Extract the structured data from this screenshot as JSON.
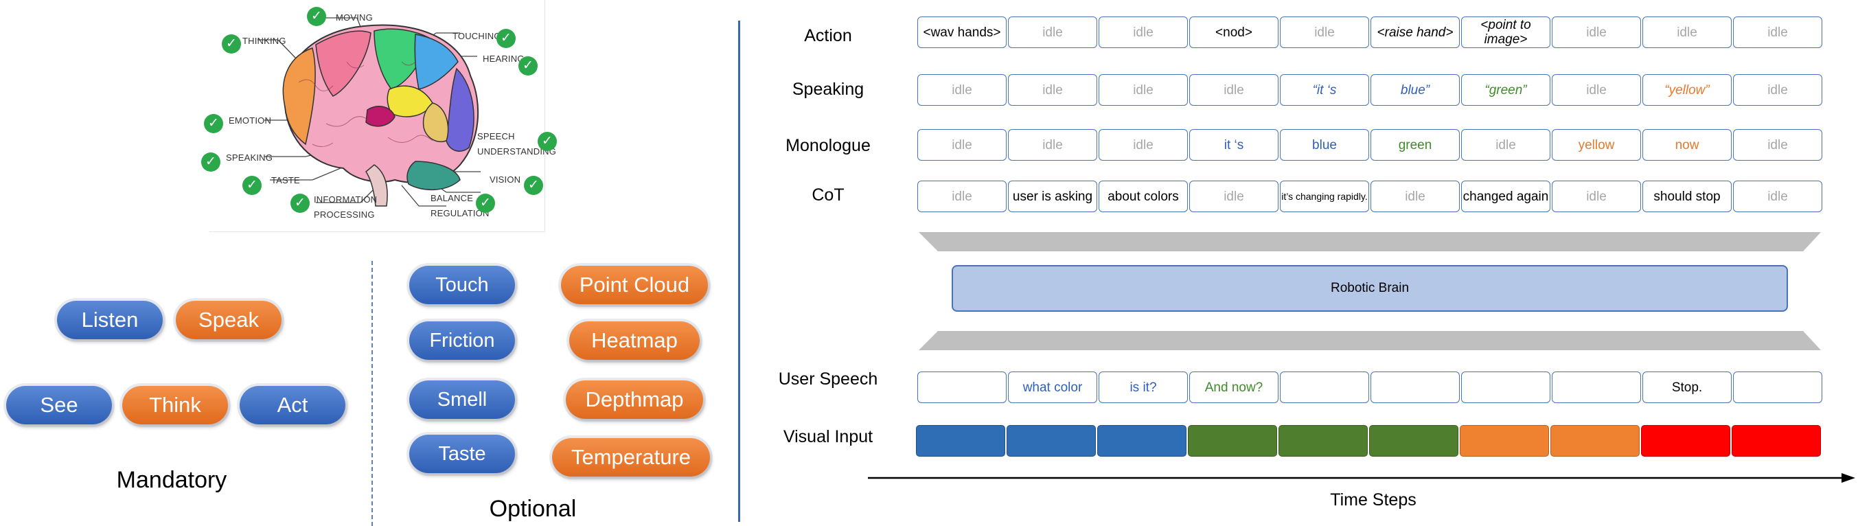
{
  "brain_labels": {
    "moving": "MOVING",
    "thinking": "THINKING",
    "touching": "TOUCHING",
    "hearing": "HEARING",
    "emotion": "EMOTION",
    "speaking": "SPEAKING",
    "speech_understanding": "SPEECH\nUNDERSTANDING",
    "taste": "TASTE",
    "information_processing": "INFORMATION\nPROCESSING",
    "vision": "VISION",
    "balance_regulation": "BALANCE\nREGULATION"
  },
  "mandatory": {
    "title": "Mandatory",
    "items": [
      "Listen",
      "Speak",
      "See",
      "Think",
      "Act"
    ]
  },
  "optional": {
    "title": "Optional",
    "items": [
      "Touch",
      "Point Cloud",
      "Friction",
      "Heatmap",
      "Smell",
      "Depthmap",
      "Taste",
      "Temperature"
    ]
  },
  "colors": {
    "idle": "#a6a6a6",
    "black": "#000000",
    "blue": "#2e5fb8",
    "green": "#3f8a2a",
    "orange": "#e8782a",
    "visual_blue": "#2f6db5",
    "visual_green": "#4f7f2e",
    "visual_orange": "#ee8230",
    "visual_red": "#ff0000"
  },
  "rows": [
    {
      "label": "Action",
      "cells": [
        {
          "text": "<wav hands>",
          "color": "black",
          "style": "normal"
        },
        {
          "text": "idle",
          "color": "idle",
          "style": "normal"
        },
        {
          "text": "idle",
          "color": "idle",
          "style": "normal"
        },
        {
          "text": "<nod>",
          "color": "black",
          "style": "normal"
        },
        {
          "text": "idle",
          "color": "idle",
          "style": "normal"
        },
        {
          "text": "<raise hand>",
          "color": "black",
          "style": "italic"
        },
        {
          "text": "<point to image>",
          "color": "black",
          "style": "italic"
        },
        {
          "text": "idle",
          "color": "idle",
          "style": "normal"
        },
        {
          "text": "idle",
          "color": "idle",
          "style": "normal"
        },
        {
          "text": "idle",
          "color": "idle",
          "style": "normal"
        }
      ]
    },
    {
      "label": "Speaking",
      "cells": [
        {
          "text": "idle",
          "color": "idle",
          "style": "normal"
        },
        {
          "text": "idle",
          "color": "idle",
          "style": "normal"
        },
        {
          "text": "idle",
          "color": "idle",
          "style": "normal"
        },
        {
          "text": "idle",
          "color": "idle",
          "style": "normal"
        },
        {
          "text": "“it ‘s",
          "color": "blue",
          "style": "italic"
        },
        {
          "text": "blue”",
          "color": "blue",
          "style": "italic"
        },
        {
          "text": "“green”",
          "color": "green",
          "style": "italic"
        },
        {
          "text": "idle",
          "color": "idle",
          "style": "normal"
        },
        {
          "text": "“yellow”",
          "color": "orange",
          "style": "italic"
        },
        {
          "text": "idle",
          "color": "idle",
          "style": "normal"
        }
      ]
    },
    {
      "label": "Monologue",
      "cells": [
        {
          "text": "idle",
          "color": "idle",
          "style": "normal"
        },
        {
          "text": "idle",
          "color": "idle",
          "style": "normal"
        },
        {
          "text": "idle",
          "color": "idle",
          "style": "normal"
        },
        {
          "text": "it ‘s",
          "color": "blue",
          "style": "normal"
        },
        {
          "text": "blue",
          "color": "blue",
          "style": "normal"
        },
        {
          "text": "green",
          "color": "green",
          "style": "normal"
        },
        {
          "text": "idle",
          "color": "idle",
          "style": "normal"
        },
        {
          "text": "yellow",
          "color": "orange",
          "style": "normal"
        },
        {
          "text": "now",
          "color": "orange",
          "style": "normal"
        },
        {
          "text": "idle",
          "color": "idle",
          "style": "normal"
        }
      ]
    },
    {
      "label": "CoT",
      "cells": [
        {
          "text": "idle",
          "color": "idle",
          "style": "normal"
        },
        {
          "text": "user is asking",
          "color": "black",
          "style": "normal"
        },
        {
          "text": "about colors",
          "color": "black",
          "style": "normal"
        },
        {
          "text": "idle",
          "color": "idle",
          "style": "normal"
        },
        {
          "text": "it’s changing rapidly.",
          "color": "black",
          "style": "small"
        },
        {
          "text": "idle",
          "color": "idle",
          "style": "normal"
        },
        {
          "text": "changed again",
          "color": "black",
          "style": "normal"
        },
        {
          "text": "idle",
          "color": "idle",
          "style": "normal"
        },
        {
          "text": "should stop",
          "color": "black",
          "style": "normal"
        },
        {
          "text": "idle",
          "color": "idle",
          "style": "normal"
        }
      ]
    }
  ],
  "robotic_brain": "Robotic Brain",
  "user_speech": {
    "label": "User Speech",
    "cells": [
      {
        "text": "",
        "color": "black"
      },
      {
        "text": "what color",
        "color": "blue"
      },
      {
        "text": "is it?",
        "color": "blue"
      },
      {
        "text": "And now?",
        "color": "green"
      },
      {
        "text": "",
        "color": "black"
      },
      {
        "text": "",
        "color": "black"
      },
      {
        "text": "",
        "color": "black"
      },
      {
        "text": "",
        "color": "black"
      },
      {
        "text": "Stop.",
        "color": "black"
      },
      {
        "text": "",
        "color": "black"
      }
    ]
  },
  "visual_input": {
    "label": "Visual Input",
    "colors": [
      "visual_blue",
      "visual_blue",
      "visual_blue",
      "visual_green",
      "visual_green",
      "visual_green",
      "visual_orange",
      "visual_orange",
      "visual_red",
      "visual_red"
    ]
  },
  "time_axis_label": "Time Steps"
}
